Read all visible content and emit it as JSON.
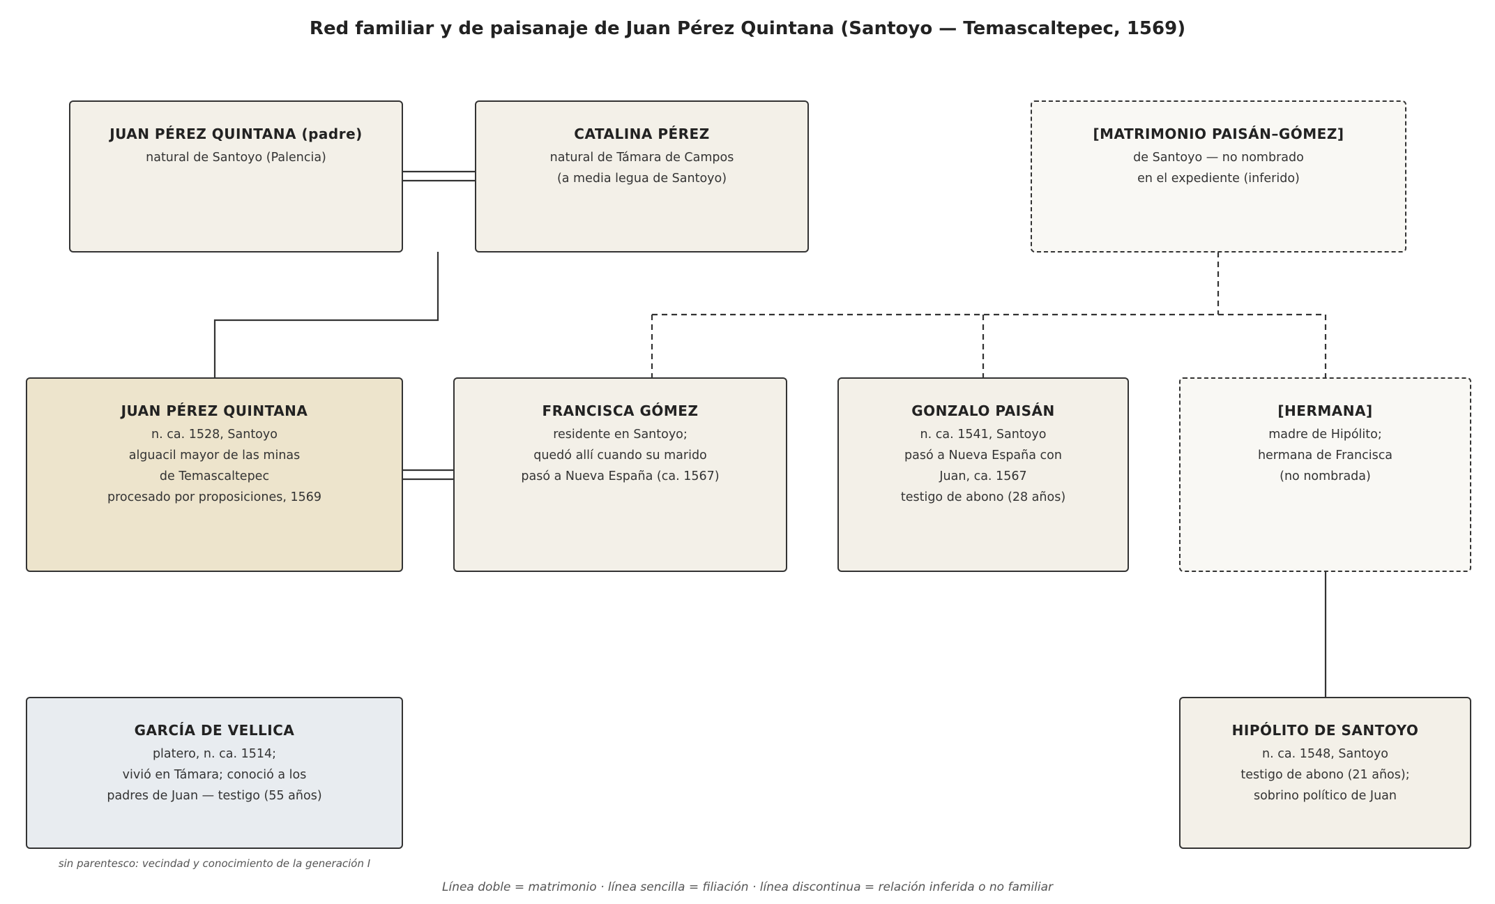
{
  "title": "Red familiar y de paisanaje de Juan Pérez Quintana (Santoyo — Temascaltepec, 1569)",
  "colors": {
    "border": "#333333",
    "parchment": "#f3f0e8",
    "parchment_light": "#f9f8f4",
    "protagonist": "#ede4cc",
    "non_family": "#e8ecf0"
  },
  "nodes": {
    "padre": {
      "name": "JUAN PÉREZ QUINTANA (padre)",
      "lines": [
        "natural de Santoyo (Palencia)"
      ]
    },
    "catalina": {
      "name": "CATALINA PÉREZ",
      "lines": [
        "natural de Támara de Campos",
        "(a media legua de Santoyo)"
      ]
    },
    "matrimonio": {
      "name": "[MATRIMONIO PAISÁN–GÓMEZ]",
      "lines": [
        "de Santoyo — no nombrado",
        "en el expediente (inferido)"
      ]
    },
    "juan": {
      "name": "JUAN PÉREZ QUINTANA",
      "lines": [
        "n. ca. 1528, Santoyo",
        "alguacil mayor de las minas",
        "de Temascaltepec",
        "procesado por proposiciones, 1569"
      ]
    },
    "francisca": {
      "name": "FRANCISCA GÓMEZ",
      "lines": [
        "residente en Santoyo;",
        "quedó allí cuando su marido",
        "pasó a Nueva España (ca. 1567)"
      ]
    },
    "gonzalo": {
      "name": "GONZALO PAISÁN",
      "lines": [
        "n. ca. 1541, Santoyo",
        "pasó a Nueva España con",
        "Juan, ca. 1567",
        "testigo de abono (28 años)"
      ]
    },
    "hermana": {
      "name": "[HERMANA]",
      "lines": [
        "madre de Hipólito;",
        "hermana de Francisca",
        "(no nombrada)"
      ]
    },
    "garcia": {
      "name": "GARCÍA DE VELLICA",
      "lines": [
        "platero, n. ca. 1514;",
        "vivió en Támara; conoció a los",
        "padres de Juan — testigo (55 años)"
      ]
    },
    "hipolito": {
      "name": "HIPÓLITO DE SANTOYO",
      "lines": [
        "n. ca. 1548, Santoyo",
        "testigo de abono (21 años);",
        "sobrino político de Juan"
      ]
    }
  },
  "garcia_caption": "sin parentesco: vecindad y conocimiento de la generación I",
  "legend": "Línea doble = matrimonio · línea sencilla = filiación · línea discontinua = relación inferida o no familiar"
}
